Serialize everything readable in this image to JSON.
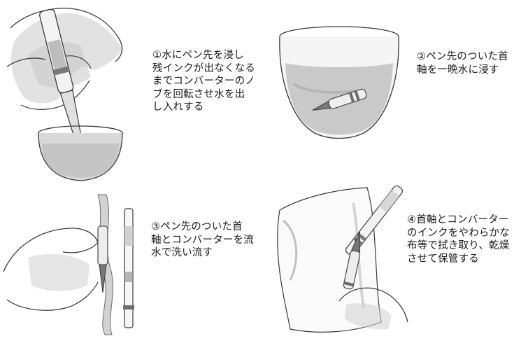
{
  "steps": [
    {
      "lines": [
        "①水にペン先を浸し",
        "残インクが出なくなる",
        "までコンバーターのノ",
        "ブを回転させ水を出",
        "し入れする"
      ],
      "illustration": "pen-in-glass-illustration"
    },
    {
      "lines": [
        "②ペン先のついた首",
        "軸を一晩水に浸す"
      ],
      "illustration": "section-soaking-in-bowl-illustration"
    },
    {
      "lines": [
        "③ペン先のついた首",
        "軸とコンバーターを流",
        "水で洗い流す"
      ],
      "illustration": "rinsing-under-running-water-illustration"
    },
    {
      "lines": [
        "④首軸とコンバーター",
        "のインクをやわらかな",
        "布等で拭き取り、乾燥",
        "させて保管する"
      ],
      "illustration": "wiping-with-cloth-illustration"
    }
  ],
  "colors": {
    "ink_line": "#3a3a3a",
    "water": "#c9c9c9",
    "water_dark": "#a8a8a8",
    "shadow": "#bdbdbd",
    "metal": "#8c8c8c"
  }
}
